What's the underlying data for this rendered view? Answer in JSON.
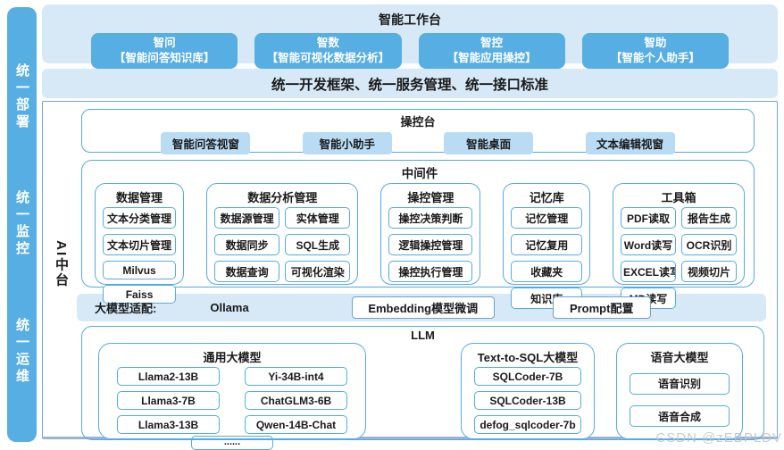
{
  "watermark": "CSDN @zEBPLDV",
  "sidebar": {
    "items": [
      "统一部署",
      "统一监控",
      "统一运维"
    ]
  },
  "workbench": {
    "title": "智能工作台",
    "apps": [
      {
        "name": "智问",
        "desc": "【智能问答知识库】"
      },
      {
        "name": "智数",
        "desc": "【智能可视化数据分析】"
      },
      {
        "name": "智控",
        "desc": "【智能应用操控】"
      },
      {
        "name": "智助",
        "desc": "【智能个人助手】"
      }
    ]
  },
  "framework_bar": "统一开发框架、统一服务管理、统一接口标准",
  "platform": {
    "label": "AI中台",
    "console": {
      "title": "操控台",
      "items": [
        "智能问答视窗",
        "智能小助手",
        "智能桌面",
        "文本编辑视窗"
      ]
    },
    "middleware": {
      "title": "中间件",
      "groups": [
        {
          "title": "数据管理",
          "cols": 1,
          "items": [
            "文本分类管理",
            "文本切片管理",
            "Milvus",
            "Faiss"
          ]
        },
        {
          "title": "数据分析管理",
          "cols": 2,
          "items": [
            "数据源管理",
            "实体管理",
            "数据同步",
            "SQL生成",
            "数据查询",
            "可视化渲染"
          ]
        },
        {
          "title": "操控管理",
          "cols": 1,
          "items": [
            "操控决策判断",
            "逻辑操控管理",
            "操控执行管理"
          ]
        },
        {
          "title": "记忆库",
          "cols": 1,
          "items": [
            "记忆管理",
            "记忆复用",
            "收藏夹",
            "知识库"
          ]
        },
        {
          "title": "工具箱",
          "cols": 2,
          "items": [
            "PDF读取",
            "报告生成",
            "Word读写",
            "OCR识别",
            "EXCEL读写",
            "视频切片",
            "MD读写"
          ]
        }
      ]
    },
    "adapter": {
      "label": "大模型适配:",
      "plain_items": [
        "Ollama"
      ],
      "boxed_items": [
        "Embedding模型微调",
        "Prompt配置"
      ]
    },
    "llm": {
      "title": "LLM",
      "groups": [
        {
          "title": "通用大模型",
          "cols": 2,
          "items": [
            "Llama2-13B",
            "Yi-34B-int4",
            "Llama3-7B",
            "ChatGLM3-6B",
            "Llama3-13B",
            "Qwen-14B-Chat"
          ],
          "more": "......"
        },
        {
          "title": "Text-to-SQL大模型",
          "cols": 1,
          "items": [
            "SQLCoder-7B",
            "SQLCoder-13B",
            "defog_sqlcoder-7b"
          ]
        },
        {
          "title": "语音大模型",
          "cols": 1,
          "items": [
            "语音识别",
            "语音合成"
          ]
        }
      ]
    }
  },
  "colors": {
    "rail_blue": "#57AEE2",
    "panel_light_blue": "#D7E9F7",
    "chip_blue": "#B9DCF4",
    "border_blue": "#55ABDF",
    "container_border": "#6FA8DC",
    "text": "#1a1a1a"
  }
}
